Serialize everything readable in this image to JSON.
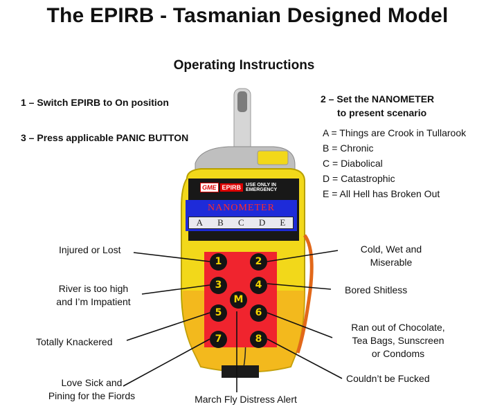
{
  "title": "The EPIRB - Tasmanian Designed Model",
  "subtitle": "Operating Instructions",
  "steps": {
    "s1": "1 – Switch EPIRB to On position",
    "s3": "3 – Press applicable PANIC BUTTON",
    "s2_line1": "2 – Set the NANOMETER",
    "s2_line2": "to present scenario"
  },
  "nanometer_options": [
    "A = Things are Crook in Tullarook",
    "B = Chronic",
    "C = Diabolical",
    "D = Catastrophic",
    "E = All Hell has Broken Out"
  ],
  "device": {
    "brand_gme": "GME",
    "brand_epirb": "EPIRB",
    "brand_use": "USE ONLY IN",
    "brand_emergency": "EMERGENCY",
    "nanometer_title": "NANOMETER",
    "scale": [
      "A",
      "B",
      "C",
      "D",
      "E"
    ],
    "buttons": [
      "1",
      "2",
      "3",
      "4",
      "5",
      "6",
      "7",
      "8"
    ],
    "center_button": "M"
  },
  "labels": {
    "b1": "Injured or Lost",
    "b2_line1": "Cold, Wet and",
    "b2_line2": "Miserable",
    "b3_line1": "River is too high",
    "b3_line2": "and I’m Impatient",
    "b4": "Bored Shitless",
    "b5": "Totally Knackered",
    "b6_line1": "Ran out of Chocolate,",
    "b6_line2": "Tea Bags, Sunscreen",
    "b6_line3": "or Condoms",
    "b7_line1": "Love Sick and",
    "b7_line2": "Pining for the Fiords",
    "b8": "Couldn’t be Fucked",
    "m": "March Fly Distress Alert"
  },
  "colors": {
    "device_yellow": "#f2d81a",
    "panel_red": "#f0242e",
    "nanometer_blue": "#1e2bd9",
    "button_black": "#141414",
    "button_text": "#f2d200"
  }
}
